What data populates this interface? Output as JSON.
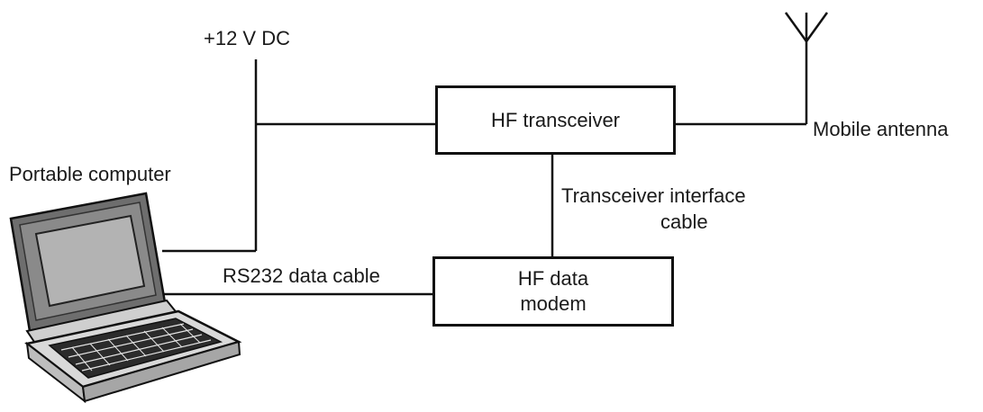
{
  "diagram": {
    "power_label": "+12 V DC",
    "transceiver_label": "HF transceiver",
    "antenna_label": "Mobile antenna",
    "computer_label": "Portable computer",
    "interface_cable_label_line1": "Transceiver interface",
    "interface_cable_label_line2": "cable",
    "data_cable_label": "RS232 data cable",
    "modem_label_line1": "HF data",
    "modem_label_line2": "modem"
  }
}
